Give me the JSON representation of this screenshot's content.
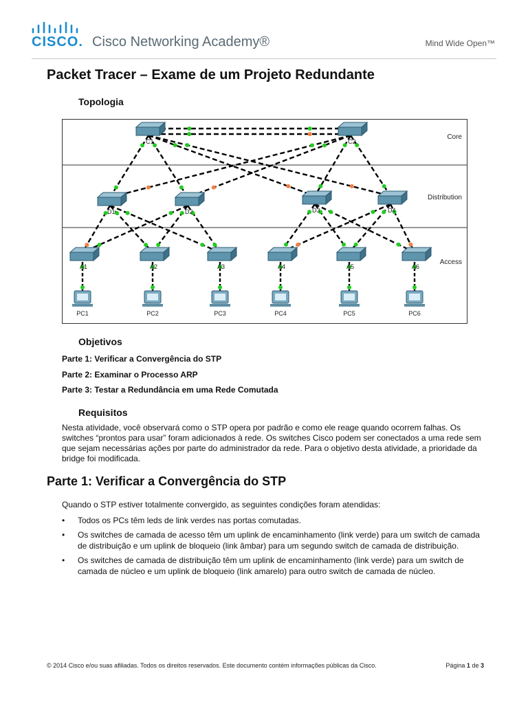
{
  "header": {
    "brand": "CISCO.",
    "academy": "Cisco Networking Academy®",
    "tagline": "Mind Wide Open™"
  },
  "title": "Packet Tracer – Exame de um Projeto Redundante",
  "topology": {
    "heading": "Topologia",
    "layers": [
      "Core",
      "Distribution",
      "Access"
    ],
    "core": [
      "C1",
      "C2"
    ],
    "distribution": [
      "D1",
      "D2",
      "D3",
      "D4"
    ],
    "access": [
      "A1",
      "A2",
      "A3",
      "A4",
      "A5",
      "A6"
    ],
    "pcs": [
      "PC1",
      "PC2",
      "PC3",
      "PC4",
      "PC5",
      "PC6"
    ],
    "colors": {
      "forwarding": "#22cc22",
      "blocking": "#f08040",
      "switch": "#5f95ad"
    }
  },
  "objectives": {
    "heading": "Objetivos",
    "items": [
      "Parte 1: Verificar a Convergência do STP",
      "Parte 2: Examinar o Processo ARP",
      "Parte 3: Testar a Redundância em uma Rede Comutada"
    ]
  },
  "requirements": {
    "heading": "Requisitos",
    "text": "Nesta atividade, você observará como o STP opera por padrão e como ele reage quando ocorrem falhas. Os switches “prontos para usar” foram adicionados à rede. Os switches Cisco podem ser conectados a uma rede sem que sejam necessárias ações por parte do administrador da rede. Para o objetivo desta atividade, a prioridade da bridge foi modificada."
  },
  "part1": {
    "heading": "Parte 1: Verificar a Convergência do STP",
    "intro": "Quando o STP estiver totalmente convergido, as seguintes condições foram atendidas:",
    "bullets": [
      "Todos os PCs têm leds de link verdes nas portas comutadas.",
      "Os switches de camada de acesso têm um uplink de encaminhamento (link verde) para um switch de camada de distribuição e um uplink de bloqueio (link âmbar) para um segundo switch de camada de distribuição.",
      "Os switches de camada de distribuição têm um uplink de encaminhamento (link verde) para um switch de camada de núcleo e um uplink de bloqueio (link amarelo) para outro switch de camada de núcleo."
    ]
  },
  "footer": {
    "copyright": "© 2014 Cisco e/ou suas afiliadas. Todos os direitos reservados. Este documento contém informações públicas da Cisco.",
    "page_prefix": "Página",
    "page_current": "1",
    "page_of": "de",
    "page_total": "3"
  }
}
